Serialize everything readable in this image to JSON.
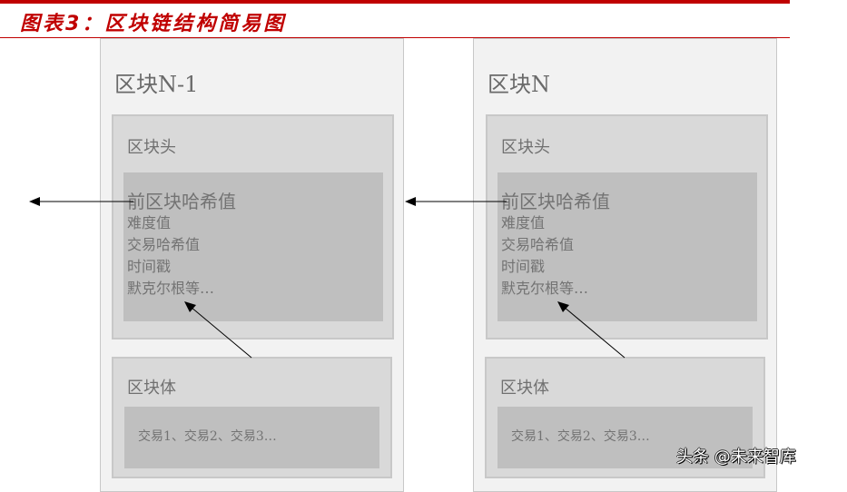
{
  "figure": {
    "title": "图表3：区块链结构简易图",
    "accent_color": "#c00000"
  },
  "blocks": [
    {
      "label": "区块N-1",
      "header": {
        "label": "区块头",
        "fields": [
          "前区块哈希值",
          "难度值",
          "交易哈希值",
          "时间戳",
          "默克尔根等…"
        ]
      },
      "body": {
        "label": "区块体",
        "transactions": "交易1、交易2、交易3…"
      }
    },
    {
      "label": "区块N",
      "header": {
        "label": "区块头",
        "fields": [
          "前区块哈希值",
          "难度值",
          "交易哈希值",
          "时间戳",
          "默克尔根等…"
        ]
      },
      "body": {
        "label": "区块体",
        "transactions": "交易1、交易2、交易3…"
      }
    }
  ],
  "watermark": "头条 @未来智库"
}
